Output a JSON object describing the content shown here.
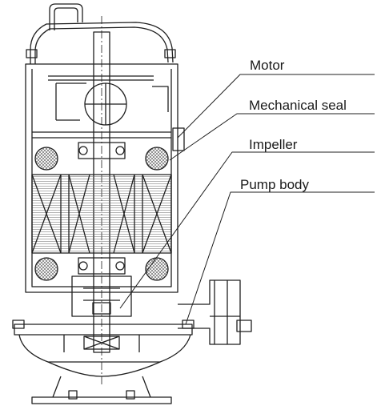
{
  "labels": {
    "motor": "Motor",
    "mechanical_seal": "Mechanical seal",
    "impeller": "Impeller",
    "pump_body": "Pump body"
  },
  "colors": {
    "line": "#1f1f1f",
    "hatch": "#555555",
    "background": "#ffffff"
  }
}
